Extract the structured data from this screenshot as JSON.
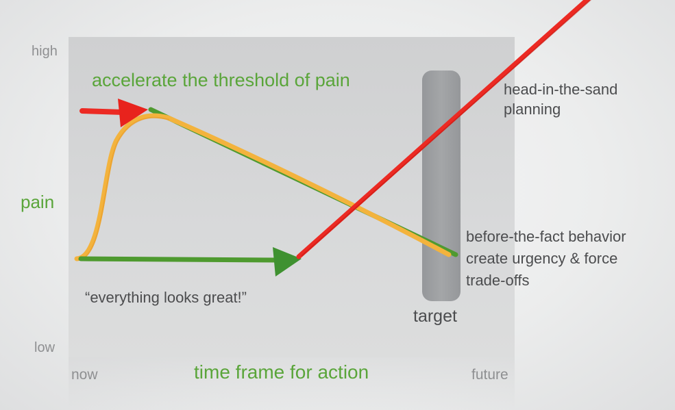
{
  "axis": {
    "y_high": "high",
    "y_low": "low",
    "y_label": "pain",
    "x_start": "now",
    "x_end": "future",
    "x_label": "time frame for action"
  },
  "annotations": {
    "accelerate": "accelerate the threshold of pain",
    "head_in_sand_line1": "head-in-the-sand",
    "head_in_sand_line2": "planning",
    "before_fact_line1": "before-the-fact behavior",
    "before_fact_line2": "create urgency & force",
    "before_fact_line3": "trade-offs",
    "everything": "“everything looks great!”",
    "target": "target"
  },
  "colors": {
    "green": "#5aa53a",
    "red": "#ec2a23",
    "orange": "#f3b33d",
    "target_bar": "#9c9ea0",
    "panel": "#d5d6d7"
  }
}
